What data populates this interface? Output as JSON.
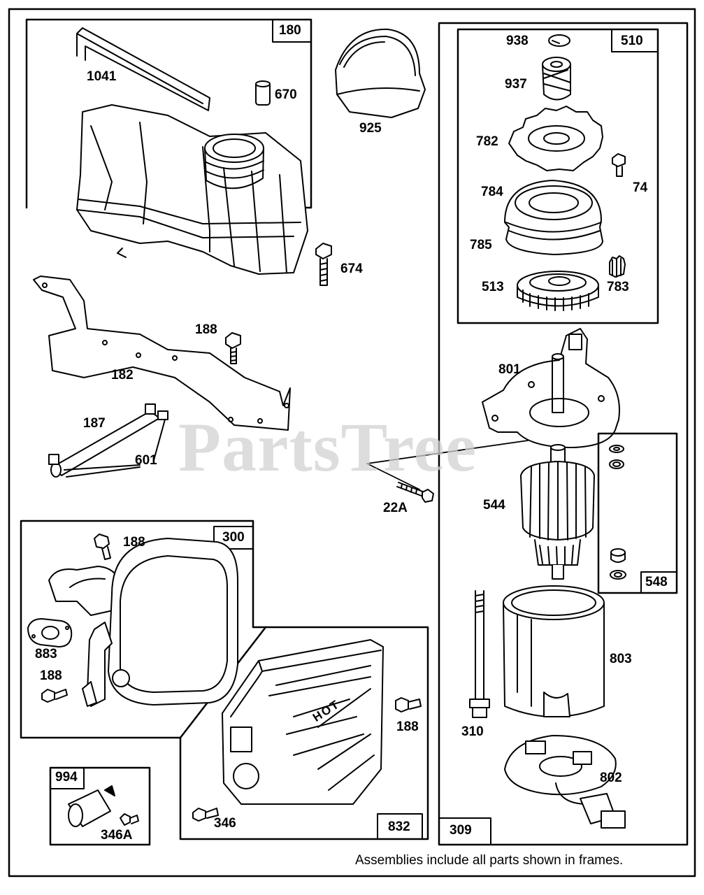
{
  "watermark": "PartsTree",
  "footer_note": "Assemblies include all parts shown in frames.",
  "frames": {
    "f180": "180",
    "f510": "510",
    "f548": "548",
    "f300": "300",
    "f832": "832",
    "f994": "994",
    "f309": "309"
  },
  "parts": {
    "p1041": "1041",
    "p670": "670",
    "p925": "925",
    "p674": "674",
    "p188a": "188",
    "p182": "182",
    "p187": "187",
    "p601": "601",
    "p22a": "22A",
    "p938": "938",
    "p937": "937",
    "p782": "782",
    "p74": "74",
    "p784": "784",
    "p785": "785",
    "p513": "513",
    "p783": "783",
    "p801": "801",
    "p544": "544",
    "p188b": "188",
    "p883": "883",
    "p188c": "188",
    "p188d": "188",
    "p346": "346",
    "p346a": "346A",
    "p310": "310",
    "p803": "803",
    "p802": "802"
  },
  "stamp_text": "HOT"
}
